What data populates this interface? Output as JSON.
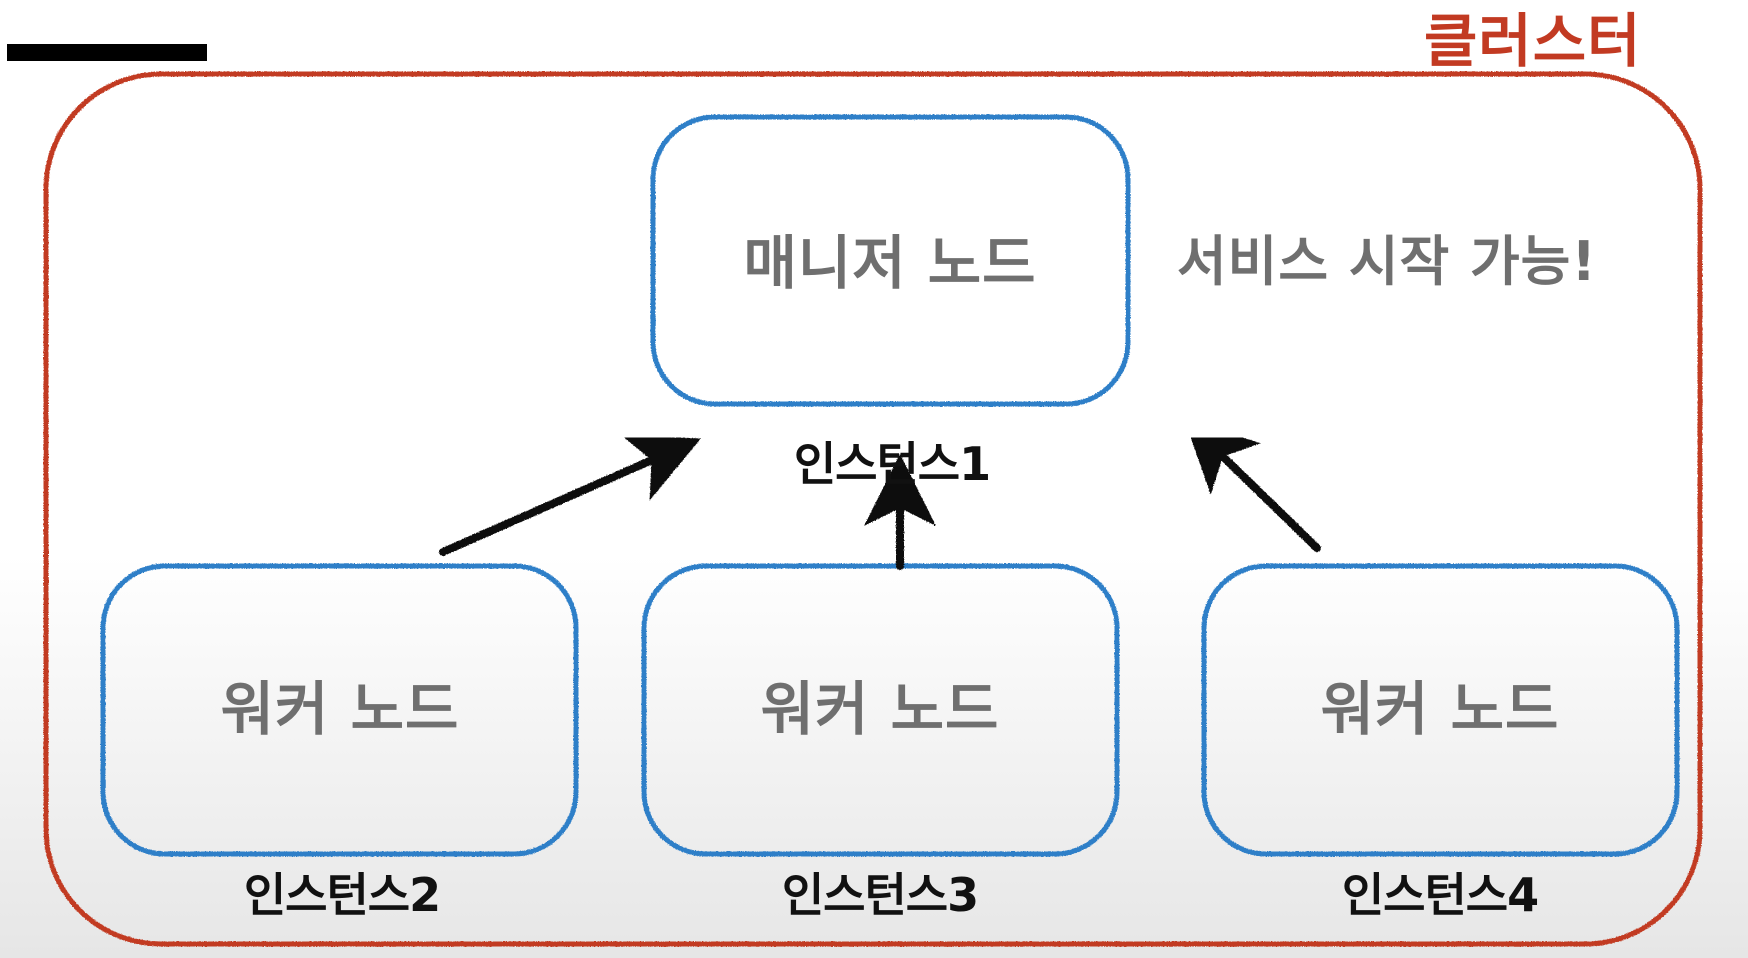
{
  "cluster": {
    "label": "클러스터",
    "color": "#c23a22"
  },
  "manager": {
    "label": "매니저 노드",
    "instance": "인스턴스1",
    "color": "#2f7fc8"
  },
  "status_text": "서비스 시작 가능!",
  "workers": [
    {
      "label": "워커 노드",
      "instance": "인스턴스2"
    },
    {
      "label": "워커 노드",
      "instance": "인스턴스3"
    },
    {
      "label": "워커 노드",
      "instance": "인스턴스4"
    }
  ],
  "text_colors": {
    "node": "#6f6f6f",
    "instance": "#111111",
    "arrow": "#111111"
  }
}
